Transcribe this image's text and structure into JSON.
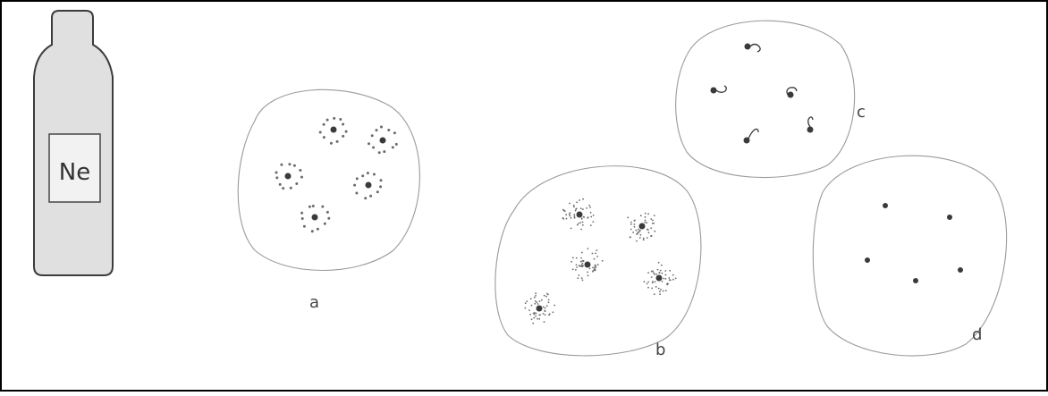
{
  "figure": {
    "bottle_label": "Ne",
    "panels": [
      {
        "id": "a",
        "label": "a",
        "style": "atoms-with-sparse-electron-rings",
        "particle_count": 5
      },
      {
        "id": "b",
        "label": "b",
        "style": "atoms-with-dense-electron-clouds",
        "particle_count": 5
      },
      {
        "id": "c",
        "label": "c",
        "style": "atoms-with-tails",
        "particle_count": 5
      },
      {
        "id": "d",
        "label": "d",
        "style": "plain-dots",
        "particle_count": 5
      }
    ],
    "colors": {
      "ink": "#3a3a3a",
      "outline": "#9a9a9a",
      "frame": "#000000"
    }
  }
}
